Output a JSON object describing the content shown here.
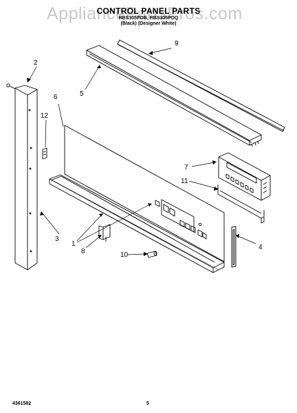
{
  "header": {
    "title": "CONTROL PANEL PARTS",
    "subtitle": "RBS305PDB, RBS305PDQ",
    "colors": "(Black) (Designer White)"
  },
  "watermark": "AppliancePartsPros.com",
  "callouts": {
    "c1": "1",
    "c2": "2",
    "c3": "3",
    "c4": "4",
    "c5": "5",
    "c6": "6",
    "c7": "7",
    "c8": "8",
    "c9": "9",
    "c10": "10",
    "c11": "11",
    "c12": "12"
  },
  "footer": {
    "doc_number": "4361582",
    "page_number": "5"
  }
}
